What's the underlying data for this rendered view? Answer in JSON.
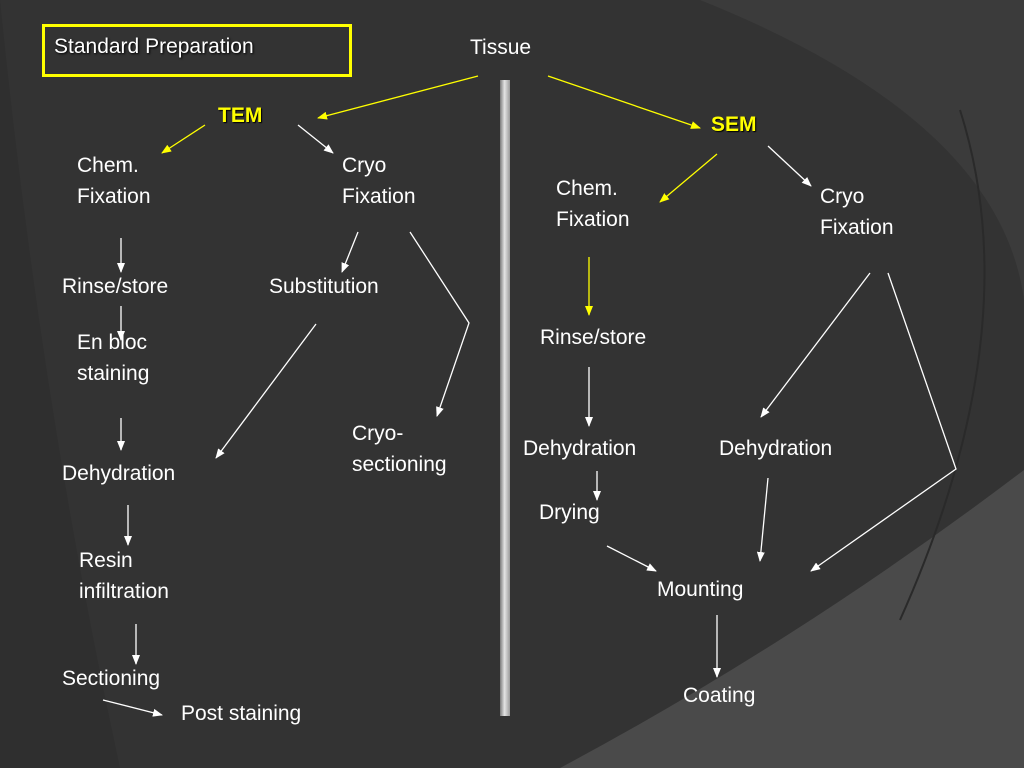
{
  "slide": {
    "title": "Standard Preparation",
    "root": "Tissue"
  },
  "tem": {
    "heading": "TEM",
    "chem_fixation": [
      "Chem.",
      "Fixation"
    ],
    "cryo_fixation": [
      "Cryo",
      "Fixation"
    ],
    "rinse_store": "Rinse/store",
    "substitution": "Substitution",
    "en_bloc_staining": [
      "En bloc",
      "staining"
    ],
    "cryo_sectioning": [
      "Cryo-",
      "sectioning"
    ],
    "dehydration": "Dehydration",
    "resin_infiltration": [
      "Resin",
      "infiltration"
    ],
    "sectioning": "Sectioning",
    "post_staining": "Post staining"
  },
  "sem": {
    "heading": "SEM",
    "chem_fixation": [
      "Chem.",
      "Fixation"
    ],
    "cryo_fixation": [
      "Cryo",
      "Fixation"
    ],
    "rinse_store": "Rinse/store",
    "dehydration_left": "Dehydration",
    "dehydration_right": "Dehydration",
    "drying": "Drying",
    "mounting": "Mounting",
    "coating": "Coating"
  },
  "colors": {
    "background": "#333333",
    "accent": "#ffff00",
    "text": "#ffffff"
  }
}
